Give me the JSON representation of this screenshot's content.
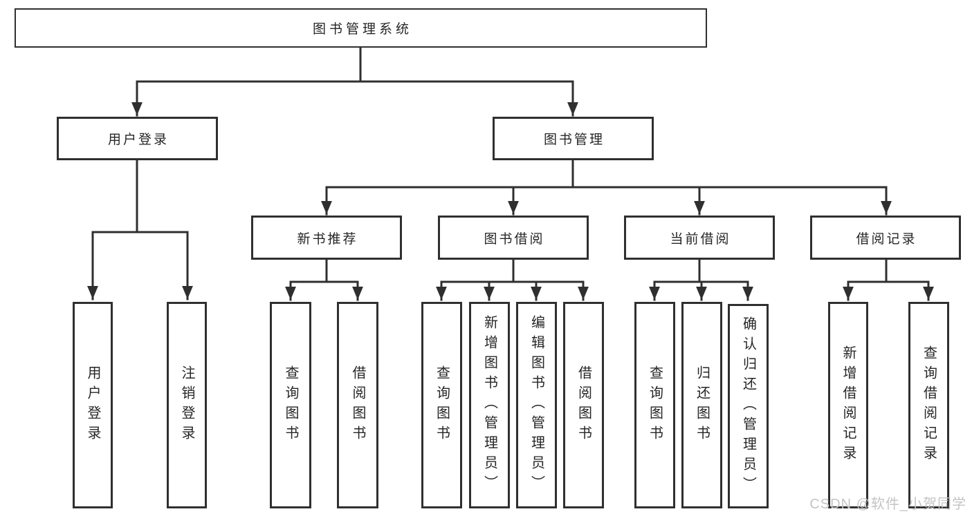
{
  "tree": {
    "label": "图书管理系统",
    "children": [
      {
        "label": "用户登录",
        "children": [
          {
            "label": "用户登录"
          },
          {
            "label": "注销登录"
          }
        ]
      },
      {
        "label": "图书管理",
        "children": [
          {
            "label": "新书推荐",
            "children": [
              {
                "label": "查询图书"
              },
              {
                "label": "借阅图书"
              }
            ]
          },
          {
            "label": "图书借阅",
            "children": [
              {
                "label": "查询图书"
              },
              {
                "label": "新增图书（管理员）"
              },
              {
                "label": "编辑图书（管理员）"
              },
              {
                "label": "借阅图书"
              }
            ]
          },
          {
            "label": "当前借阅",
            "children": [
              {
                "label": "查询图书"
              },
              {
                "label": "归还图书"
              },
              {
                "label": "确认归还（管理员）"
              }
            ]
          },
          {
            "label": "借阅记录",
            "children": [
              {
                "label": "新增借阅记录"
              },
              {
                "label": "查询借阅记录"
              }
            ]
          }
        ]
      }
    ]
  },
  "watermark": "CSDN @软件_小贺同学",
  "colors": {
    "line": "#2f2f2f",
    "text": "#262626",
    "box-bg": "#ffffff",
    "watermark": "#c4c4c4"
  }
}
